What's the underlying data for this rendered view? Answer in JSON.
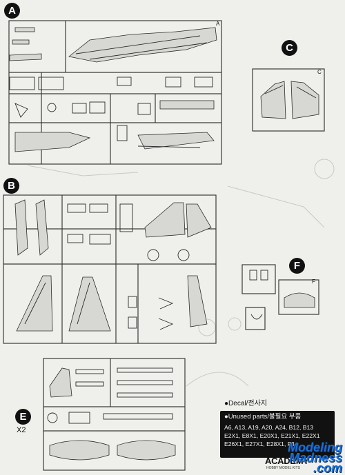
{
  "sprues": {
    "a": {
      "label": "A",
      "corner_tag": "A"
    },
    "b": {
      "label": "B"
    },
    "c": {
      "label": "C",
      "corner_tag": "C"
    },
    "e": {
      "label": "E",
      "multiplier": "X2"
    },
    "f": {
      "label": "F",
      "corner_tag": "F"
    }
  },
  "decal": {
    "title": "●Decal/전사지",
    "unused_heading": "●Unused parts/불필요 부품",
    "unused_lines": [
      "A6, A13, A19, A20, A24, B12, B13",
      "E2X1, E8X1, E20X1, E21X1, E22X1",
      "E26X1, E27X1, E28X1, F3"
    ]
  },
  "brand": {
    "name": "ACADEMY",
    "sub": "HOBBY MODEL KITS"
  },
  "watermark": {
    "line1": "Modeling",
    "line2": "Madness",
    "line3": ".com"
  },
  "colors": {
    "background": "#efefec",
    "badge": "#111111",
    "watermark": "#1b6fd1"
  }
}
